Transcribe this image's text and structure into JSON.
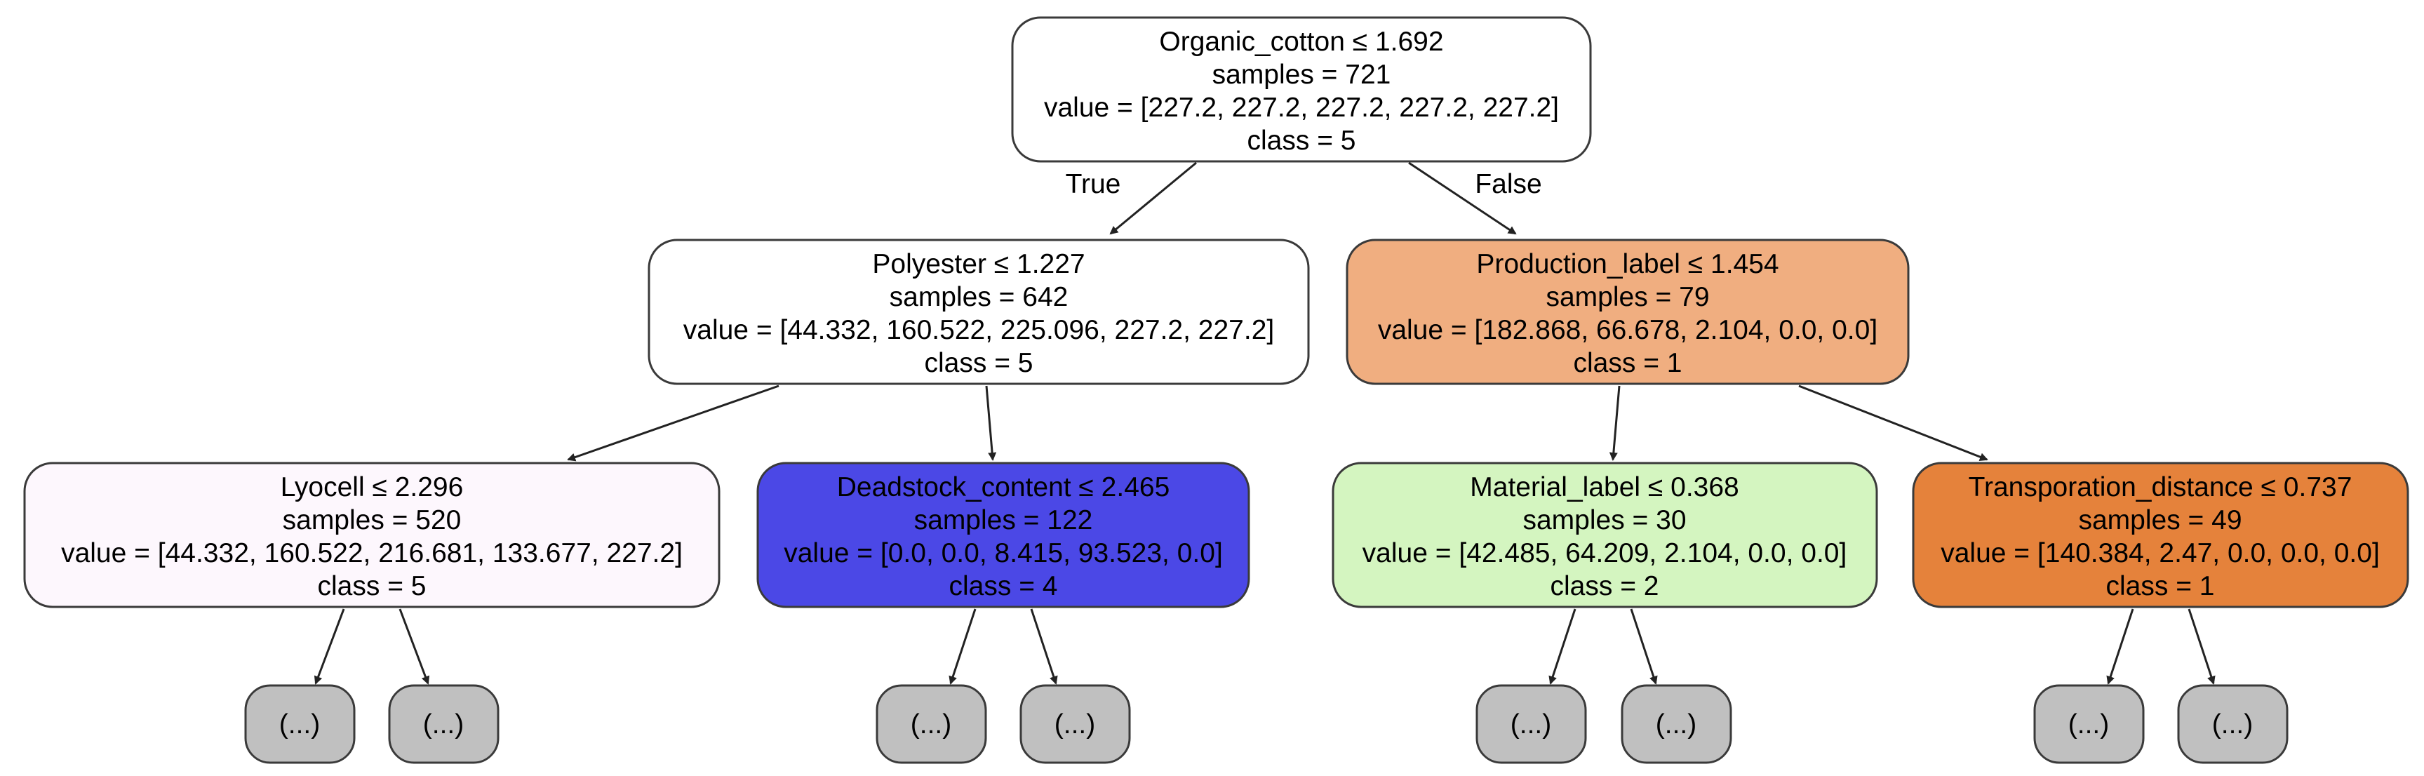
{
  "edge_labels": {
    "true": "True",
    "false": "False"
  },
  "nodes": {
    "root": {
      "lines": [
        "Organic_cotton ≤ 1.692",
        "samples = 721",
        "value = [227.2, 227.2, 227.2, 227.2, 227.2]",
        "class = 5"
      ],
      "fill": "#ffffff"
    },
    "polyester": {
      "lines": [
        "Polyester ≤ 1.227",
        "samples = 642",
        "value = [44.332, 160.522, 225.096, 227.2, 227.2]",
        "class = 5"
      ],
      "fill": "#ffffff"
    },
    "production": {
      "lines": [
        "Production_label ≤ 1.454",
        "samples = 79",
        "value = [182.868, 66.678, 2.104, 0.0, 0.0]",
        "class = 1"
      ],
      "fill": "#f0ae80"
    },
    "lyocell": {
      "lines": [
        "Lyocell ≤ 2.296",
        "samples = 520",
        "value = [44.332, 160.522, 216.681, 133.677, 227.2]",
        "class = 5"
      ],
      "fill": "#fdf7fd"
    },
    "deadstock": {
      "lines": [
        "Deadstock_content ≤ 2.465",
        "samples = 122",
        "value = [0.0, 0.0, 8.415, 93.523, 0.0]",
        "class = 4"
      ],
      "fill": "#4b48e6"
    },
    "material": {
      "lines": [
        "Material_label ≤ 0.368",
        "samples = 30",
        "value = [42.485, 64.209, 2.104, 0.0, 0.0]",
        "class = 2"
      ],
      "fill": "#d4f5c0"
    },
    "transport": {
      "lines": [
        "Transporation_distance ≤ 0.737",
        "samples = 49",
        "value = [140.384, 2.47, 0.0, 0.0, 0.0]",
        "class = 1"
      ],
      "fill": "#e5823b"
    }
  },
  "leaf_label": "(...)",
  "leaf_fill": "#c0c0c0"
}
